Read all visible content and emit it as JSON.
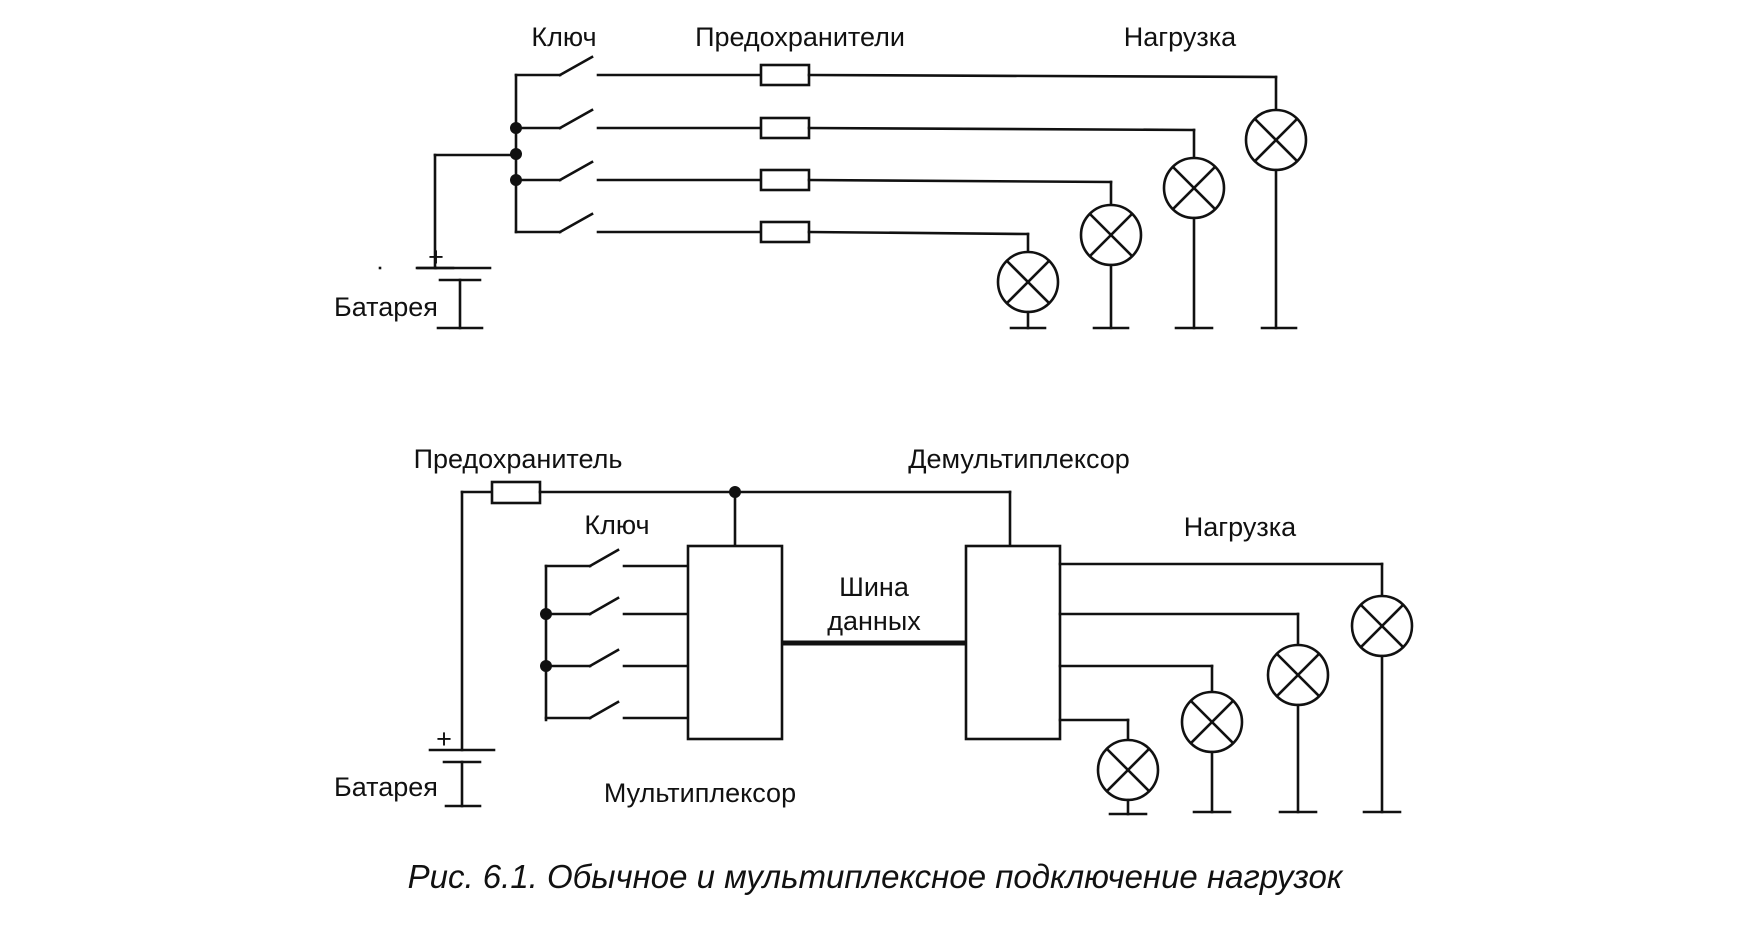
{
  "top_circuit": {
    "key_label": "Ключ",
    "fuses_label": "Предохранители",
    "load_label": "Нагрузка",
    "battery_label": "Батарея",
    "battery_plus": "+"
  },
  "bottom_circuit": {
    "fuse_label": "Предохранитель",
    "demux_label": "Демультиплексор",
    "key_label": "Ключ",
    "load_label": "Нагрузка",
    "bus_label_line1": "Шина",
    "bus_label_line2": "данных",
    "battery_label": "Батарея",
    "battery_plus": "+",
    "mux_label": "Мультиплексор"
  },
  "caption": "Рис. 6.1. Обычное и мультиплексное подключение нагрузок"
}
